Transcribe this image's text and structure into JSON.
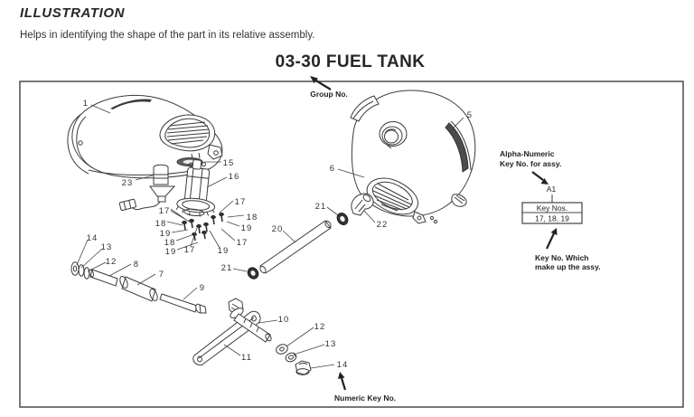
{
  "header": {
    "title": "ILLUSTRATION",
    "subtitle": "Helps in identifying the shape of the part in its relative assembly.",
    "diagram_title": "03-30 FUEL TANK"
  },
  "annotations": {
    "group_no": "Group No.",
    "alpha_numeric_1": "Alpha-Numeric",
    "alpha_numeric_2": "Key No. for assy.",
    "assy_key": "A1",
    "key_box_title": "Key Nos.",
    "key_box_values": "17, 18, 19",
    "key_which_1": "Key No. Which",
    "key_which_2": "make up the assy.",
    "numeric_key": "Numeric Key No."
  },
  "callouts": [
    {
      "label": "1"
    },
    {
      "label": "5"
    },
    {
      "label": "6"
    },
    {
      "label": "15"
    },
    {
      "label": "16"
    },
    {
      "label": "23"
    },
    {
      "label": "17"
    },
    {
      "label": "18"
    },
    {
      "label": "19"
    },
    {
      "label": "18"
    },
    {
      "label": "19"
    },
    {
      "label": "17"
    },
    {
      "label": "19"
    },
    {
      "label": "17"
    },
    {
      "label": "18"
    },
    {
      "label": "19"
    },
    {
      "label": "17"
    },
    {
      "label": "20"
    },
    {
      "label": "21"
    },
    {
      "label": "22"
    },
    {
      "label": "21"
    },
    {
      "label": "14"
    },
    {
      "label": "13"
    },
    {
      "label": "12"
    },
    {
      "label": "8"
    },
    {
      "label": "7"
    },
    {
      "label": "9"
    },
    {
      "label": "10"
    },
    {
      "label": "11"
    },
    {
      "label": "12"
    },
    {
      "label": "13"
    },
    {
      "label": "14"
    }
  ],
  "colors": {
    "ink": "#2d2d2d",
    "line": "#3b3b3b",
    "background": "#ffffff"
  }
}
